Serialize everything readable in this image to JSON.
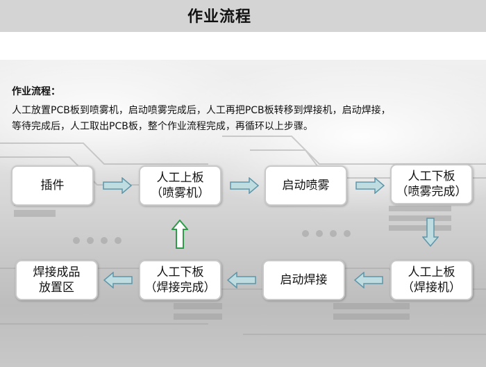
{
  "title": "作业流程",
  "section_label": "作业流程：",
  "description": [
    "人工放置PCB板到喷雾机，启动喷雾完成后，人工再把PCB板转移到焊接机，启动焊接，",
    "等待完成后，人工取出PCB板，整个作业流程完成，再循环以上步骤。"
  ],
  "steps": [
    {
      "line1": "插件",
      "line2": ""
    },
    {
      "line1": "人工上板",
      "line2": "（喷雾机）"
    },
    {
      "line1": "启动喷雾",
      "line2": ""
    },
    {
      "line1": "人工下板",
      "line2": "（喷雾完成）"
    },
    {
      "line1": "人工上板",
      "line2": "（焊接机）"
    },
    {
      "line1": "启动焊接",
      "line2": ""
    },
    {
      "line1": "人工下板",
      "line2": "（焊接完成）"
    },
    {
      "line1": "焊接成品",
      "line2": "放置区"
    }
  ],
  "colors": {
    "title_bar": "#d4d4d4",
    "arrow_fill": "#bfdde0",
    "arrow_stroke": "#5e95a8",
    "return_arrow_stroke": "#2e9a4a"
  }
}
